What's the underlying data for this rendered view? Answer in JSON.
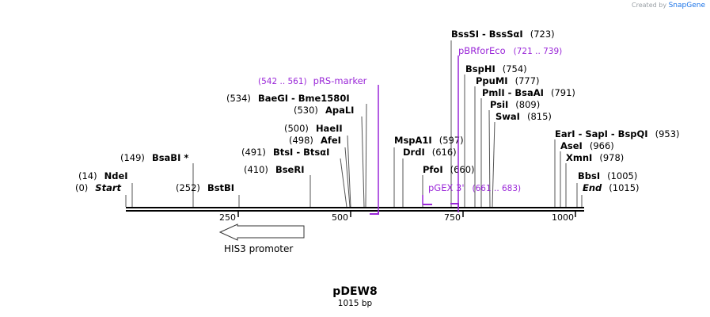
{
  "credit": {
    "prefix": "Created by",
    "brand": "SnapGene"
  },
  "plasmid": {
    "name": "pDEW8",
    "size": "1015 bp"
  },
  "ruler": {
    "ticks": [
      "250",
      "500",
      "750",
      "1000"
    ]
  },
  "sites": [
    {
      "pos": "(0)",
      "name": "Start",
      "italic": true,
      "bp": 0
    },
    {
      "pos": "(14)",
      "name": "NdeI",
      "bp": 14
    },
    {
      "pos": "(149)",
      "name": "BsaBI *",
      "bp": 149
    },
    {
      "pos": "(252)",
      "name": "BstBI",
      "bp": 252
    },
    {
      "pos": "(410)",
      "name": "BseRI",
      "bp": 410
    },
    {
      "pos": "(491)",
      "name": "BtsI  -  BtsαI",
      "bp": 491
    },
    {
      "pos": "(498)",
      "name": "AfeI",
      "bp": 498
    },
    {
      "pos": "(500)",
      "name": "HaeII",
      "bp": 500
    },
    {
      "pos": "(530)",
      "name": "ApaLI",
      "bp": 530
    },
    {
      "pos": "(534)",
      "name": "BaeGI  -  Bme1580I",
      "bp": 534
    },
    {
      "pos": "(597)",
      "name": "MspA1I",
      "bp": 597
    },
    {
      "pos": "(616)",
      "name": "DrdI",
      "bp": 616
    },
    {
      "pos": "(660)",
      "name": "PfoI",
      "bp": 660
    },
    {
      "pos": "(723)",
      "name": "BssSI  -  BssSαI",
      "bp": 723
    },
    {
      "pos": "(754)",
      "name": "BspHI",
      "bp": 754
    },
    {
      "pos": "(777)",
      "name": "PpuMI",
      "bp": 777
    },
    {
      "pos": "(791)",
      "name": "PmlI  -  BsaAI",
      "bp": 791
    },
    {
      "pos": "(809)",
      "name": "PsiI",
      "bp": 809
    },
    {
      "pos": "(815)",
      "name": "SwaI",
      "bp": 815
    },
    {
      "pos": "(953)",
      "name": "EarI  -  SapI  -  BspQI",
      "bp": 953
    },
    {
      "pos": "(966)",
      "name": "AseI",
      "bp": 966
    },
    {
      "pos": "(978)",
      "name": "XmnI",
      "bp": 978
    },
    {
      "pos": "(1005)",
      "name": "BbsI",
      "bp": 1005
    },
    {
      "pos": "(1015)",
      "name": "End",
      "italic": true,
      "bp": 1015
    }
  ],
  "primers": [
    {
      "name": "pRS-marker",
      "range": "(542 .. 561)",
      "bp_start": 542,
      "bp_end": 561,
      "strand": "reverse"
    },
    {
      "name": "pBRforEco",
      "range": "(721 .. 739)",
      "bp_start": 721,
      "bp_end": 739,
      "strand": "forward"
    },
    {
      "name": "pGEX 3'",
      "range": "(661 .. 683)",
      "bp_start": 661,
      "bp_end": 683,
      "strand": "reverse"
    }
  ],
  "features": [
    {
      "name": "HIS3 promoter",
      "bp_start": 210,
      "bp_end": 390,
      "direction": "left"
    }
  ],
  "colors": {
    "primer": "#9a27d8",
    "backbone": "#000000",
    "feature_fill": "#ffffff"
  }
}
